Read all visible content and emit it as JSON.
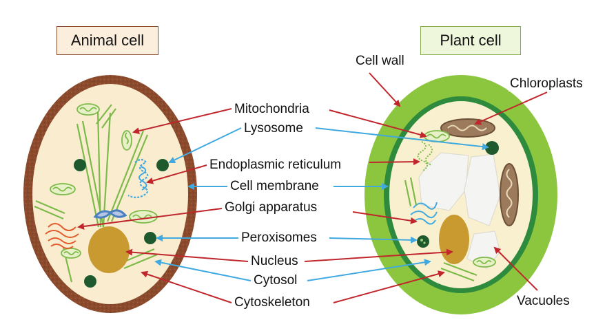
{
  "titles": {
    "animal": "Animal cell",
    "plant": "Plant cell"
  },
  "labels": {
    "cell_wall": "Cell wall",
    "chloroplasts": "Chloroplasts",
    "mitochondria": "Mitochondria",
    "lysosome": "Lysosome",
    "endoplasmic_reticulum": "Endoplasmic reticulum",
    "cell_membrane": "Cell membrane",
    "golgi_apparatus": "Golgi apparatus",
    "peroxisomes": "Peroxisomes",
    "nucleus": "Nucleus",
    "cytosol": "Cytosol",
    "cytoskeleton": "Cytoskeleton",
    "vacuoles": "Vacuoles"
  },
  "colors": {
    "red_arrow": "#c0262c",
    "blue_arrow": "#3fa9e0",
    "animal_membrane": "#8b4a2b",
    "animal_cytosol": "#f9eccf",
    "plant_wall": "#8cc63f",
    "plant_membrane": "#2e8b3d",
    "nucleus": "#c89a30",
    "organelle_dark": "#1f5a2e"
  }
}
